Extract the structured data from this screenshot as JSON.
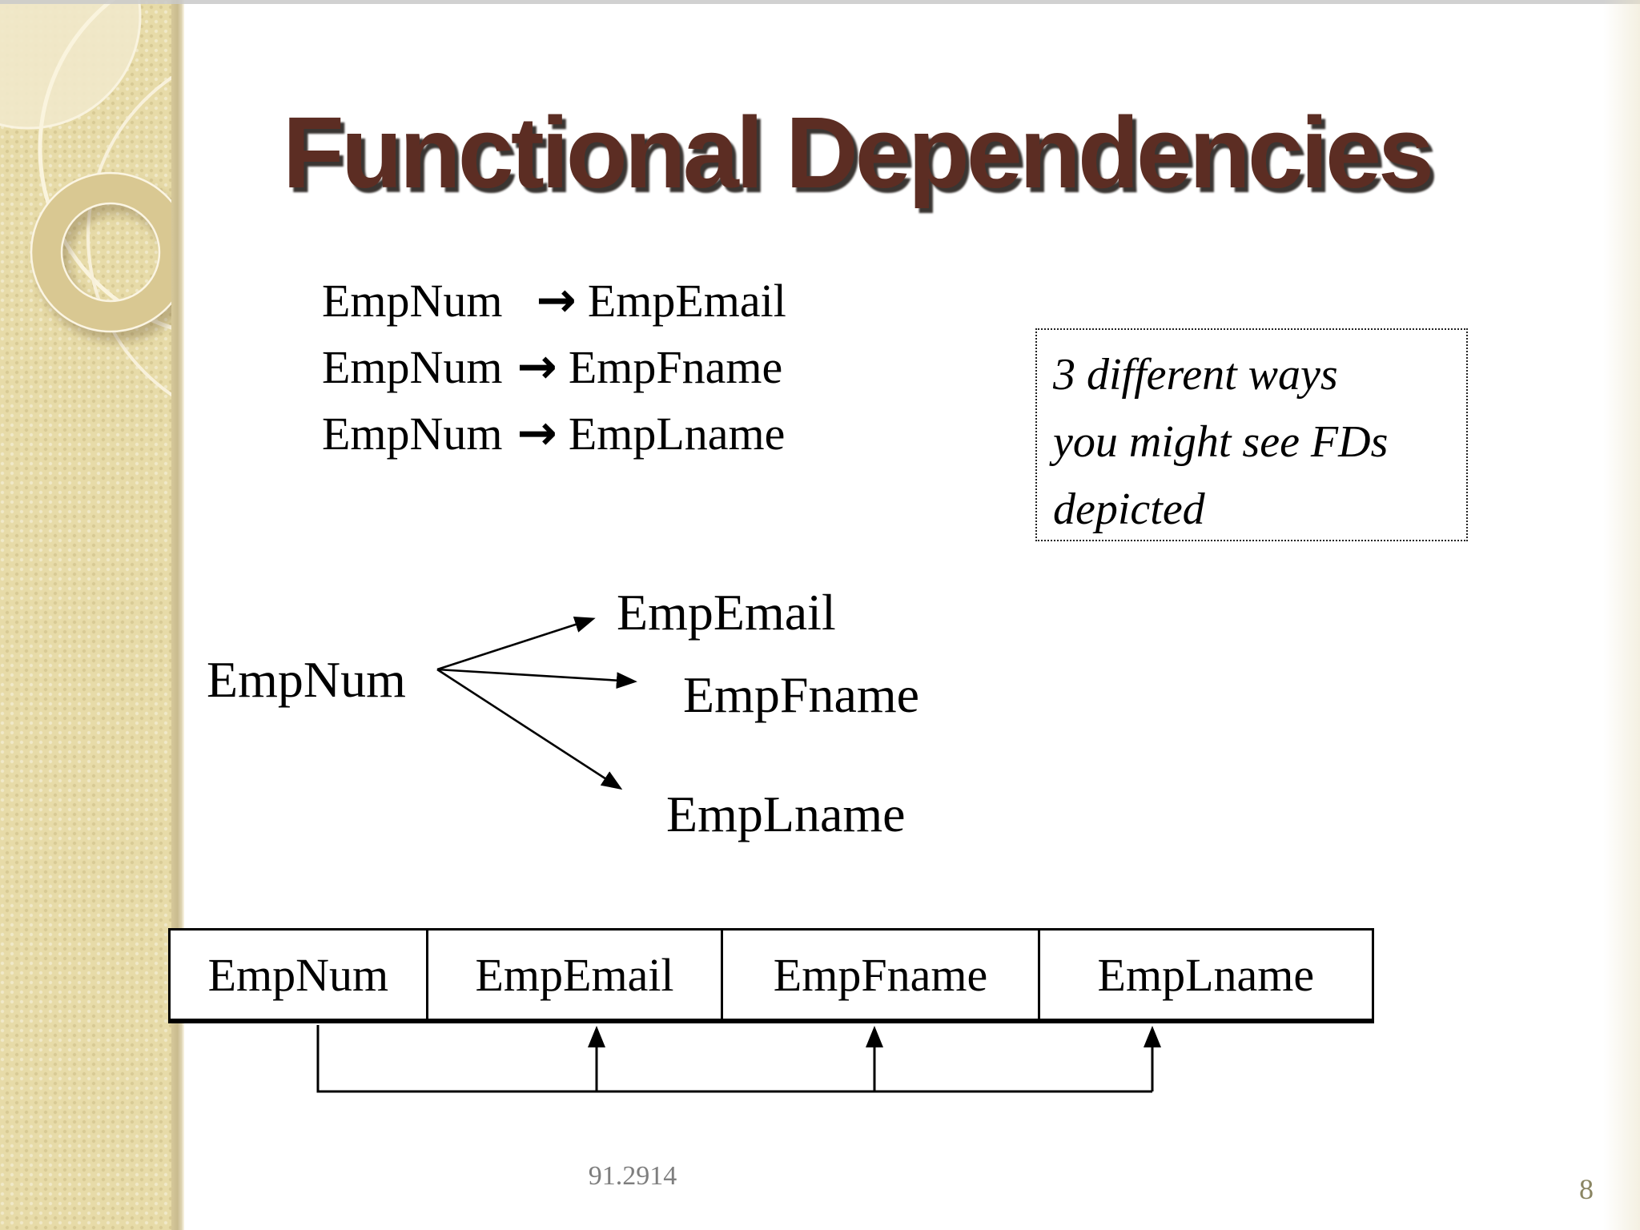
{
  "slide": {
    "title": "Functional Dependencies",
    "title_color": "#5c2d23",
    "footer": "91.2914",
    "page_number": "8",
    "arrow_symbol": "→"
  },
  "fd_list": [
    {
      "lhs": "EmpNum",
      "rhs": "EmpEmail"
    },
    {
      "lhs": "EmpNum",
      "rhs": "EmpFname"
    },
    {
      "lhs": "EmpNum",
      "rhs": "EmpLname"
    }
  ],
  "note_box": {
    "lines": [
      "3 different ways",
      "you might see FDs",
      "depicted"
    ]
  },
  "diagram": {
    "source": "EmpNum",
    "targets": [
      "EmpEmail",
      "EmpFname",
      "EmpLname"
    ]
  },
  "table": {
    "columns": [
      "EmpNum",
      "EmpEmail",
      "EmpFname",
      "EmpLname"
    ]
  }
}
